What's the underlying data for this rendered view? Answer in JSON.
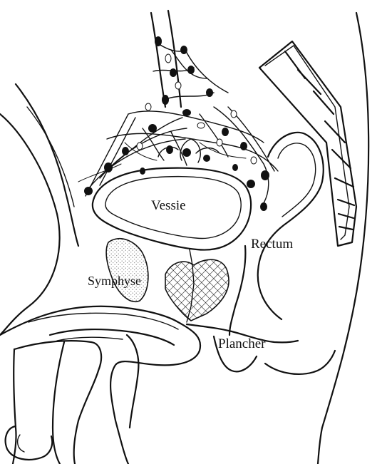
{
  "diagram": {
    "labels": {
      "vessie": "Vessie",
      "rectum": "Rectum",
      "symphyse": "Symphyse",
      "plancher": "Plancher"
    },
    "colors": {
      "ink": "#111111",
      "background": "#ffffff",
      "stipple": "#9a9a9a"
    }
  }
}
